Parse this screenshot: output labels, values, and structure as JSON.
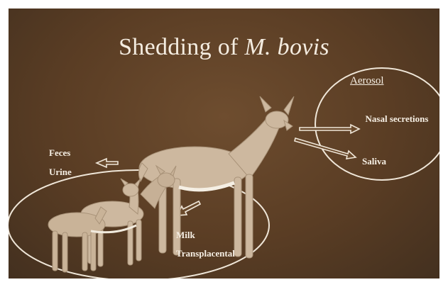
{
  "title": {
    "prefix": "Shedding of ",
    "italic": "M. bovis"
  },
  "aerosol": {
    "heading": "Aerosol",
    "items": [
      "Nasal secretions",
      "Saliva"
    ]
  },
  "excreta": [
    "Feces",
    "Urine"
  ],
  "vertical": [
    "Milk",
    "Transplacental"
  ],
  "colors": {
    "background": "#5a3d24",
    "deer": "#cdb89f",
    "text": "#f6efe4"
  }
}
